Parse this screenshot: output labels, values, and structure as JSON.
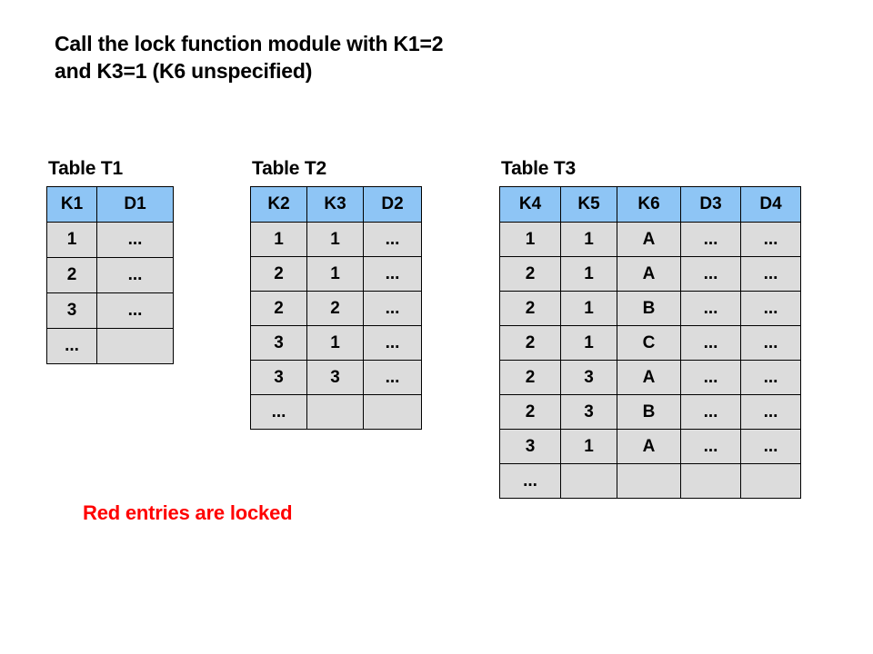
{
  "slide": {
    "title": "Call the lock function module with K1=2\nand K3=1 (K6 unspecified)",
    "legend": "Red entries are locked",
    "locked_color": "#ff0000",
    "header_color": "#8ec5f5",
    "cell_color": "#dcdcdc",
    "border_color": "#000000"
  },
  "tables": [
    {
      "caption": "Table T1",
      "columns": [
        "K1",
        "D1"
      ],
      "rows": [
        [
          {
            "text": "1",
            "locked": false
          },
          {
            "text": "...",
            "locked": false
          }
        ],
        [
          {
            "text": "2",
            "locked": true
          },
          {
            "text": "...",
            "locked": false
          }
        ],
        [
          {
            "text": "3",
            "locked": false
          },
          {
            "text": "...",
            "locked": false
          }
        ]
      ],
      "tail": [
        "...",
        ""
      ]
    },
    {
      "caption": "Table T2",
      "columns": [
        "K2",
        "K3",
        "D2"
      ],
      "rows": [
        [
          {
            "text": "1",
            "locked": false
          },
          {
            "text": "1",
            "locked": false
          },
          {
            "text": "...",
            "locked": false
          }
        ],
        [
          {
            "text": "2",
            "locked": true
          },
          {
            "text": "1",
            "locked": true
          },
          {
            "text": "...",
            "locked": false
          }
        ],
        [
          {
            "text": "2",
            "locked": false
          },
          {
            "text": "2",
            "locked": false
          },
          {
            "text": "...",
            "locked": false
          }
        ],
        [
          {
            "text": "3",
            "locked": false
          },
          {
            "text": "1",
            "locked": false
          },
          {
            "text": "...",
            "locked": false
          }
        ],
        [
          {
            "text": "3",
            "locked": false
          },
          {
            "text": "3",
            "locked": false
          },
          {
            "text": "...",
            "locked": false
          }
        ]
      ],
      "tail": [
        "...",
        "",
        ""
      ]
    },
    {
      "caption": "Table T3",
      "columns": [
        "K4",
        "K5",
        "K6",
        "D3",
        "D4"
      ],
      "rows": [
        [
          {
            "text": "1",
            "locked": false
          },
          {
            "text": "1",
            "locked": false
          },
          {
            "text": "A",
            "locked": false
          },
          {
            "text": "...",
            "locked": false
          },
          {
            "text": "...",
            "locked": false
          }
        ],
        [
          {
            "text": "2",
            "locked": true
          },
          {
            "text": "1",
            "locked": true
          },
          {
            "text": "A",
            "locked": false
          },
          {
            "text": "...",
            "locked": false
          },
          {
            "text": "...",
            "locked": false
          }
        ],
        [
          {
            "text": "2",
            "locked": true
          },
          {
            "text": "1",
            "locked": true
          },
          {
            "text": "B",
            "locked": false
          },
          {
            "text": "...",
            "locked": false
          },
          {
            "text": "...",
            "locked": false
          }
        ],
        [
          {
            "text": "2",
            "locked": true
          },
          {
            "text": "1",
            "locked": true
          },
          {
            "text": "C",
            "locked": false
          },
          {
            "text": "...",
            "locked": false
          },
          {
            "text": "...",
            "locked": false
          }
        ],
        [
          {
            "text": "2",
            "locked": false
          },
          {
            "text": "3",
            "locked": false
          },
          {
            "text": "A",
            "locked": false
          },
          {
            "text": "...",
            "locked": false
          },
          {
            "text": "...",
            "locked": false
          }
        ],
        [
          {
            "text": "2",
            "locked": false
          },
          {
            "text": "3",
            "locked": false
          },
          {
            "text": "B",
            "locked": false
          },
          {
            "text": "...",
            "locked": false
          },
          {
            "text": "...",
            "locked": false
          }
        ],
        [
          {
            "text": "3",
            "locked": false
          },
          {
            "text": "1",
            "locked": false
          },
          {
            "text": "A",
            "locked": false
          },
          {
            "text": "...",
            "locked": false
          },
          {
            "text": "...",
            "locked": false
          }
        ]
      ],
      "tail": [
        "...",
        "",
        "",
        "",
        ""
      ]
    }
  ]
}
